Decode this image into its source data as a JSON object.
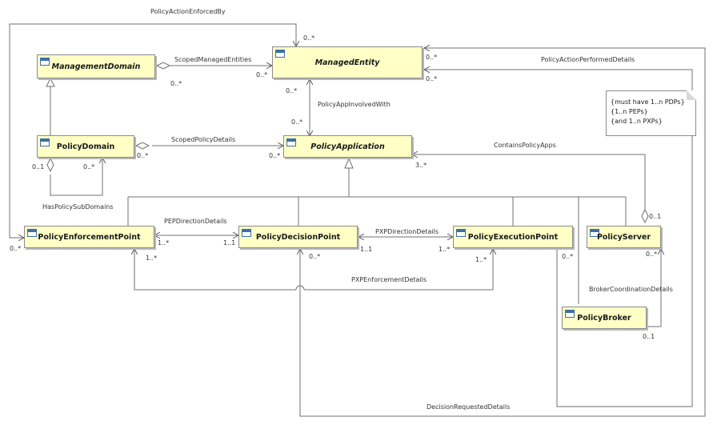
{
  "classes": {
    "management_domain": {
      "name": "ManagementDomain"
    },
    "managed_entity": {
      "name": "ManagedEntity"
    },
    "policy_domain": {
      "name": "PolicyDomain"
    },
    "policy_application": {
      "name": "PolicyApplication"
    },
    "policy_enforcement_point": {
      "name": "PolicyEnforcementPoint"
    },
    "policy_decision_point": {
      "name": "PolicyDecisionPoint"
    },
    "policy_execution_point": {
      "name": "PolicyExecutionPoint"
    },
    "policy_server": {
      "name": "PolicyServer"
    },
    "policy_broker": {
      "name": "PolicyBroker"
    }
  },
  "associations": {
    "policy_action_enforced_by": "PolicyActionEnforcedBy",
    "scoped_managed_entities": "ScopedManagedEntities",
    "policy_action_performed_details": "PolicyActionPerformedDetails",
    "policy_app_involved_with": "PolicyAppInvolvedWith",
    "scoped_policy_details": "ScopedPolicyDetails",
    "contains_policy_apps": "ContainsPolicyApps",
    "has_policy_sub_domains": "HasPolicySubDomains",
    "pep_direction_details": "PEPDirectionDetails",
    "pxp_direction_details": "PXPDirectionDetails",
    "pxp_enforcement_details": "PXPEnforcementDetails",
    "broker_coordination_details": "BrokerCoordinationDetails",
    "decision_requested_details": "DecisionRequestedDetails"
  },
  "multiplicities": {
    "me_top": "0..*",
    "me_right_top": "0..*",
    "me_right_bottom": "0..*",
    "me_left": "0..*",
    "md_right": "0..*",
    "me_bottom": "0..*",
    "pa_top": "0..*",
    "pd_right": "0..*",
    "pa_left": "0..*",
    "pd_sub_left": "0..1",
    "pd_sub_right": "0..*",
    "pa_right": "3..*",
    "ps_top": "0..1",
    "pep_left": "0..*",
    "pep_right": "1..*",
    "pdp_left": "1..1",
    "pep_bottom": "1..*",
    "pdp_bottom": "0..*",
    "pdp_right": "1..1",
    "pxp_left": "1..*",
    "pxp_bottom": "1..*",
    "pxp_bottom_right": "0..*",
    "ps_bottom": "0..*",
    "pb_right": "0..1"
  },
  "note": {
    "lines": [
      "{must have 1..n PDPs}",
      "{1..n PEPs}",
      "{and 1..n PXPs}"
    ]
  }
}
